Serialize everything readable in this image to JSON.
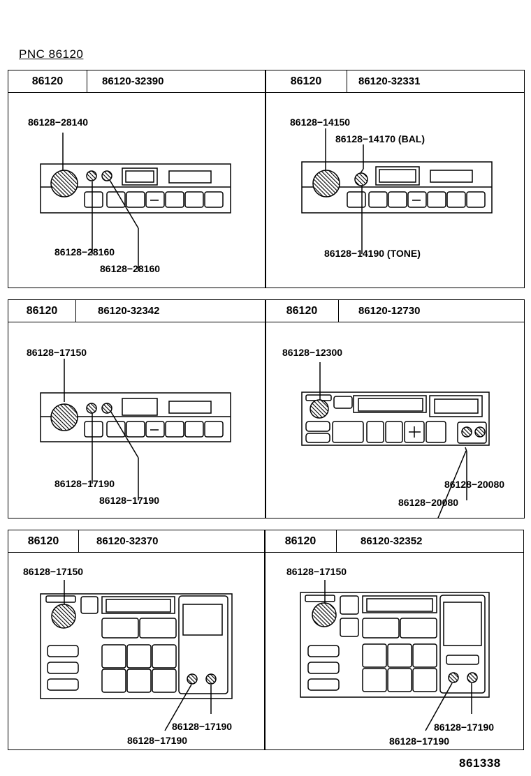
{
  "page": {
    "pnc_label": "PNC  86120",
    "footer_code": "861338"
  },
  "panels": [
    {
      "pnc": "86120",
      "part": "86120-32390",
      "labels": [
        "86128−28140",
        "86128−28160",
        "86128−28160"
      ]
    },
    {
      "pnc": "86120",
      "part": "86120-32331",
      "labels": [
        "86128−14150",
        "86128−14170 (BAL)",
        "86128−14190 (TONE)"
      ]
    },
    {
      "pnc": "86120",
      "part": "86120-32342",
      "labels": [
        "86128−17150",
        "86128−17190",
        "86128−17190"
      ]
    },
    {
      "pnc": "86120",
      "part": "86120-12730",
      "labels": [
        "86128−12300",
        "86128−20080",
        "86128−20080"
      ]
    },
    {
      "pnc": "86120",
      "part": "86120-32370",
      "labels": [
        "86128−17150",
        "86128−17190",
        "86128−17190"
      ]
    },
    {
      "pnc": "86120",
      "part": "86120-32352",
      "labels": [
        "86128−17150",
        "86128−17190",
        "86128−17190"
      ]
    }
  ]
}
